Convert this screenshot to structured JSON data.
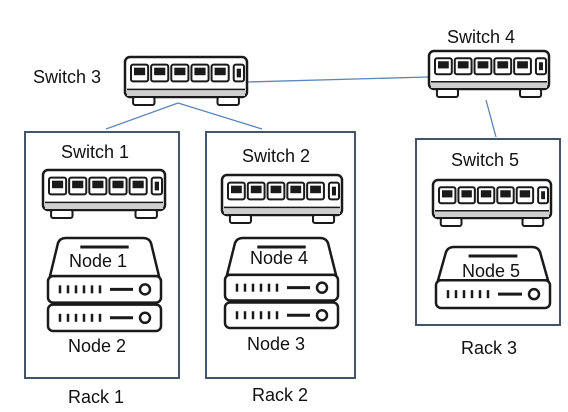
{
  "switches": {
    "switch3": "Switch 3",
    "switch4": "Switch 4",
    "switch1": "Switch 1",
    "switch2": "Switch 2",
    "switch5": "Switch 5"
  },
  "nodes": {
    "node1": "Node 1",
    "node2": "Node 2",
    "node3": "Node 3",
    "node4": "Node 4",
    "node5": "Node 5"
  },
  "racks": {
    "rack1": "Rack 1",
    "rack2": "Rack 2",
    "rack3": "Rack 3"
  },
  "colors": {
    "rack_border": "#44546a",
    "link_line": "#5b86b8",
    "device_fill": "#ffffff",
    "device_stroke": "#1a1a1a"
  },
  "icons": {
    "switch": "network-switch-icon",
    "server": "server-unit-icon"
  }
}
